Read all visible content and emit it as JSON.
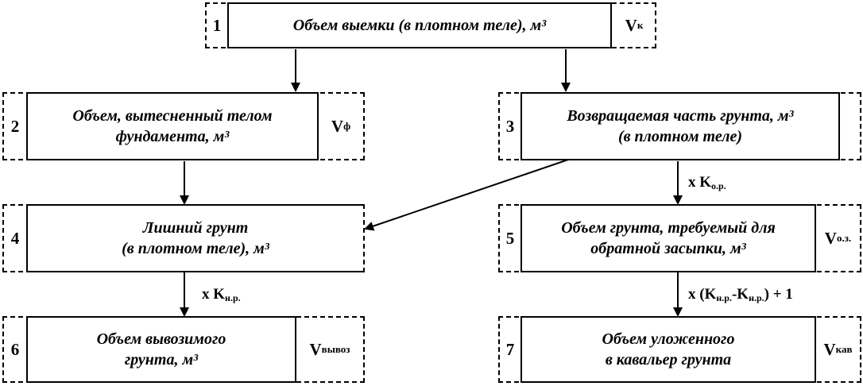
{
  "boxes": [
    {
      "num": "1",
      "line1": "Объем выемки (в плотном теле), м³",
      "line2": "",
      "var_main": "V",
      "var_sub": "к"
    },
    {
      "num": "2",
      "line1": "Объем, вытесненный телом",
      "line2": "фундамента, м³",
      "var_main": "V",
      "var_sub": "ф"
    },
    {
      "num": "3",
      "line1": "Возвращаемая часть грунта, м³",
      "line2": "(в плотном теле)",
      "var_main": "",
      "var_sub": ""
    },
    {
      "num": "4",
      "line1": "Лишний грунт",
      "line2": "(в плотном теле), м³",
      "var_main": "",
      "var_sub": ""
    },
    {
      "num": "5",
      "line1": "Объем грунта, требуемый для",
      "line2": "обратной засыпки, м³",
      "var_main": "V",
      "var_sub": "о.з."
    },
    {
      "num": "6",
      "line1": "Объем вывозимого",
      "line2": "грунта, м³",
      "var_main": "V",
      "var_sub": "вывоз"
    },
    {
      "num": "7",
      "line1": "Объем уложенного",
      "line2": "в кавальер грунта",
      "var_main": "V",
      "var_sub": "кав"
    }
  ],
  "multipliers": {
    "k_or": {
      "prefix": "х K",
      "sub": "о.р.",
      "suffix": ""
    },
    "k_nr": {
      "prefix": "х K",
      "sub": "н.р.",
      "suffix": ""
    },
    "k_diff": {
      "prefix": "х (K",
      "sub1": "н.р.",
      "mid": "-K",
      "sub2": "н.р.",
      "suffix": ") + 1"
    }
  }
}
